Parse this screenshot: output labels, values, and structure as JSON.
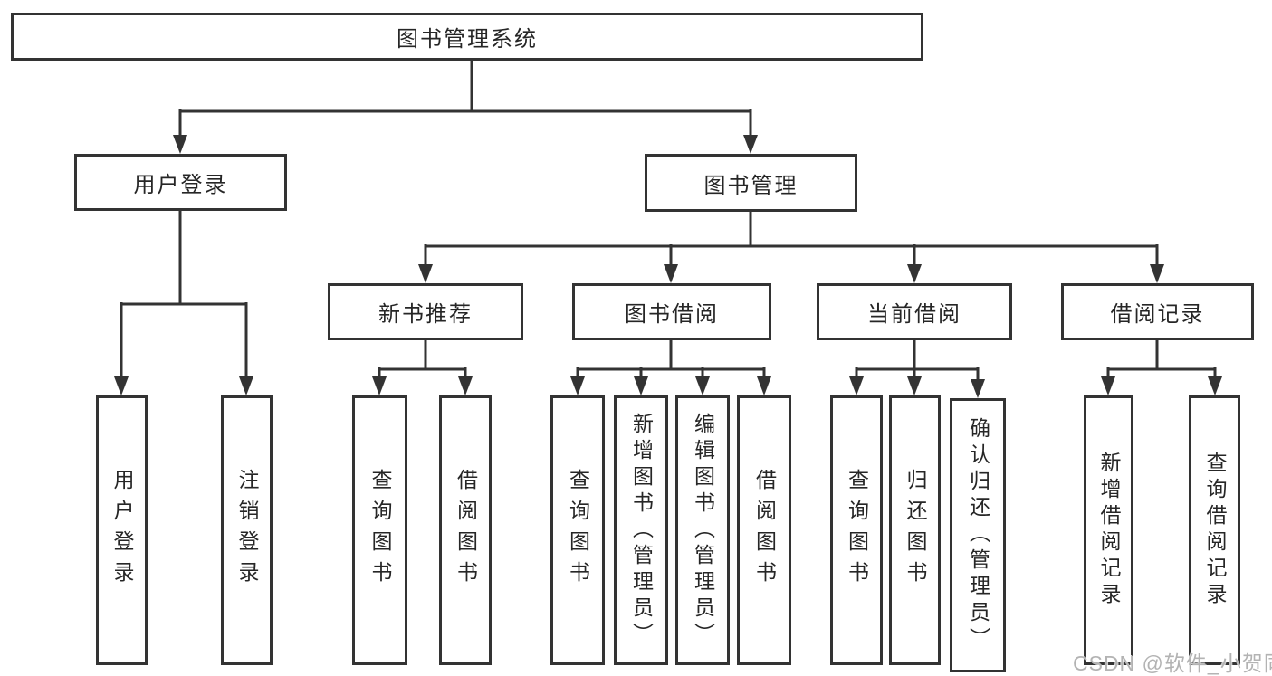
{
  "diagram": {
    "root": {
      "label": "图书管理系统"
    },
    "level2": {
      "user_login": {
        "label": "用户登录"
      },
      "book_mgmt": {
        "label": "图书管理"
      }
    },
    "level3": {
      "new_book_rec": {
        "label": "新书推荐"
      },
      "book_borrow": {
        "label": "图书借阅"
      },
      "current_borrow": {
        "label": "当前借阅"
      },
      "borrow_record": {
        "label": "借阅记录"
      }
    },
    "leaves": {
      "user_login": {
        "label": "用户登录"
      },
      "logout": {
        "label": "注销登录"
      },
      "query_book_rec": {
        "label": "查询图书"
      },
      "borrow_book_rec": {
        "label": "借阅图书"
      },
      "query_book_borrow": {
        "label": "查询图书"
      },
      "add_book": {
        "label": "新增图书（管理员）"
      },
      "edit_book": {
        "label": "编辑图书（管理员）"
      },
      "borrow_book_borrow": {
        "label": "借阅图书"
      },
      "query_book_current": {
        "label": "查询图书"
      },
      "return_book": {
        "label": "归还图书"
      },
      "confirm_return": {
        "label": "确认归还（管理员）"
      },
      "add_borrow_record": {
        "label": "新增借阅记录"
      },
      "query_borrow_record": {
        "label": "查询借阅记录"
      }
    }
  },
  "watermark": {
    "text": "CSDN @软件_小贺同学"
  },
  "colors": {
    "line": "#333333",
    "text": "#262626",
    "background": "#ffffff",
    "watermark": "#b3b3b3"
  }
}
